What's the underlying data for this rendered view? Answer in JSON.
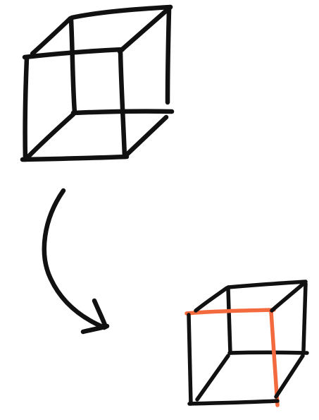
{
  "colors": {
    "background": "#ffffff",
    "ink": "#111111",
    "highlight": "#f26a3d"
  },
  "figure": {
    "cube_top": {
      "role": "original-wireframe-cube"
    },
    "arrow": {
      "direction": "top-to-bottom-right",
      "shape": "curved"
    },
    "cube_bottom": {
      "role": "wireframe-cube-with-highlighted-edges",
      "highlighted_edges": 2
    }
  }
}
